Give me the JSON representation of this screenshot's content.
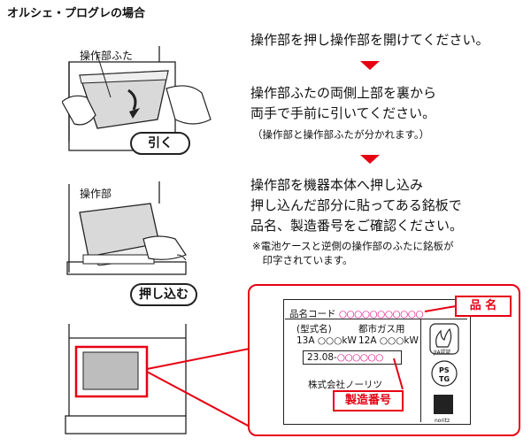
{
  "title": "オルシェ・プログレの場合",
  "steps": {
    "s1": [
      "操作部を押し操作部を開けてください。"
    ],
    "s2": [
      "操作部ふたの両側上部を裏から",
      "両手で手前に引いてください。"
    ],
    "s2_note": "（操作部と操作部ふたが分かれます。）",
    "s3": [
      "操作部を機器本体へ押し込み",
      "押し込んだ部分に貼ってある銘板で",
      "品名、製造番号をご確認ください。"
    ],
    "s3_note": [
      "※電池ケースと逆側の操作部のふたに銘板が",
      "　印字されています。"
    ]
  },
  "illustrations": {
    "fig1_label": "操作部ふた",
    "fig1_action": "引く",
    "fig2_label": "操作部",
    "fig2_action": "押し込む"
  },
  "nameplate": {
    "product_name_label": "品名コード",
    "product_circles": "○○○○○○○○○○○",
    "model_label": "(型式名)",
    "gas_label": "都市ガス用",
    "rating_1": "13A ○○○kW",
    "rating_2": "12A ○○○kW",
    "serial_prefix": "23.08-",
    "serial_circles": "○○○○○○",
    "company": "株式会社ノーリツ",
    "jia_mark": "JIA認証",
    "ps_mark_1": "PS",
    "ps_mark_2": "TG",
    "brand_mark": "noritz"
  },
  "callouts": {
    "product_name": "品 名",
    "serial_number": "製造番号"
  },
  "colors": {
    "accent_red": "#e60012",
    "circle_pink": "#e3007f",
    "panel_gray": "#bdbdbd"
  }
}
